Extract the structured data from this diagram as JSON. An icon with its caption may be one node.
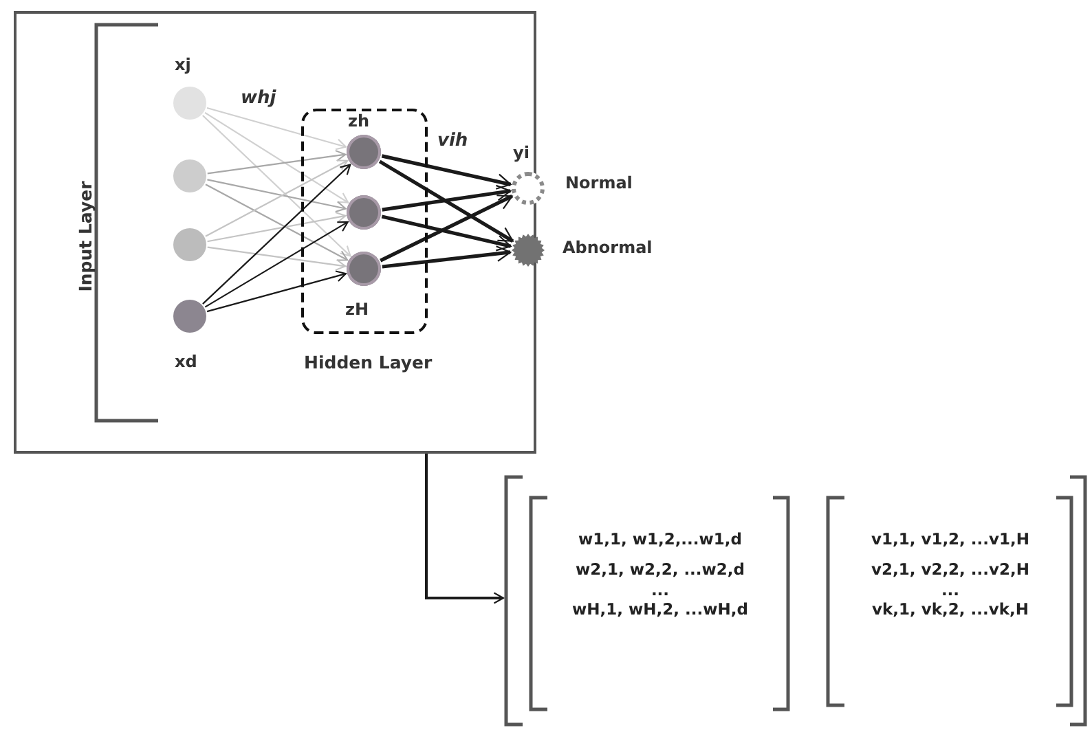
{
  "diagram": {
    "nodes": [
      {
        "text": [],
        "shape": "box"
      },
      {
        "text": [],
        "shape": "circle",
        "in": 0,
        "beside": [
          "xj"
        ]
      },
      {
        "text": [],
        "shape": "circle",
        "in": 0
      },
      {
        "text": [],
        "shape": "circle",
        "in": 0
      },
      {
        "text": [],
        "shape": "circle",
        "in": 0,
        "beside": [
          "xd"
        ]
      },
      {
        "text": [
          "Hidden Layer"
        ],
        "in": 0
      },
      {
        "text": [],
        "shape": "circle",
        "in": 5,
        "beside": [
          "zh"
        ]
      },
      {
        "text": [],
        "shape": "circle",
        "in": 5
      },
      {
        "text": [],
        "shape": "circle",
        "in": 5,
        "beside": [
          "zH"
        ]
      },
      {
        "text": [],
        "shape": "circle",
        "in": 0,
        "beside": [
          "yi",
          "Normal"
        ]
      },
      {
        "text": [],
        "shape": "circle",
        "in": 0,
        "beside": [
          "Abnormal"
        ]
      },
      {
        "text": [],
        "shape": "bracket"
      },
      {
        "text": [
          "w1,1,  w1,2,...w1,d",
          "w2,1, w2,2, ...w2,d",
          "...",
          "wH,1, wH,2, ...wH,d"
        ],
        "in": 11
      },
      {
        "text": [
          "v1,1, v1,2, ...v1,H",
          "v2,1, v2,2, ...v2,H",
          "...",
          "vk,1, vk,2, ...vk,H"
        ],
        "in": 11
      }
    ],
    "edges": [
      {
        "from": 1,
        "to": 6,
        "arrow": "to",
        "color": "#d0d0d0"
      },
      {
        "from": 1,
        "to": 7,
        "arrow": "to",
        "color": "#d0d0d0"
      },
      {
        "from": 1,
        "to": 8,
        "arrow": "to",
        "color": "#d0d0d0"
      },
      {
        "from": 2,
        "to": 6,
        "arrow": "to",
        "color": "#a8a8a8"
      },
      {
        "from": 2,
        "to": 7,
        "arrow": "to",
        "color": "#a8a8a8"
      },
      {
        "from": 2,
        "to": 8,
        "arrow": "to",
        "color": "#a8a8a8"
      },
      {
        "from": 3,
        "to": 6,
        "arrow": "to",
        "color": "#c4c4c4"
      },
      {
        "from": 3,
        "to": 7,
        "arrow": "to",
        "color": "#c4c4c4"
      },
      {
        "from": 3,
        "to": 8,
        "arrow": "to",
        "color": "#c4c4c4"
      },
      {
        "from": 4,
        "to": 6,
        "arrow": "to"
      },
      {
        "from": 4,
        "to": 7,
        "arrow": "to"
      },
      {
        "from": 4,
        "to": 8,
        "arrow": "to"
      },
      {
        "from": 6,
        "to": 9,
        "arrow": "to",
        "style": "thick"
      },
      {
        "from": 6,
        "to": 10,
        "arrow": "to",
        "style": "thick"
      },
      {
        "from": 7,
        "to": 9,
        "arrow": "to",
        "style": "thick"
      },
      {
        "from": 7,
        "to": 10,
        "arrow": "to",
        "style": "thick"
      },
      {
        "from": 8,
        "to": 9,
        "arrow": "to",
        "style": "thick"
      },
      {
        "from": 8,
        "to": 10,
        "arrow": "to",
        "style": "thick"
      },
      {
        "from": 0,
        "to": 11,
        "arrow": "to"
      }
    ],
    "labels": [
      "Input Layer",
      "whj",
      "vih"
    ]
  }
}
